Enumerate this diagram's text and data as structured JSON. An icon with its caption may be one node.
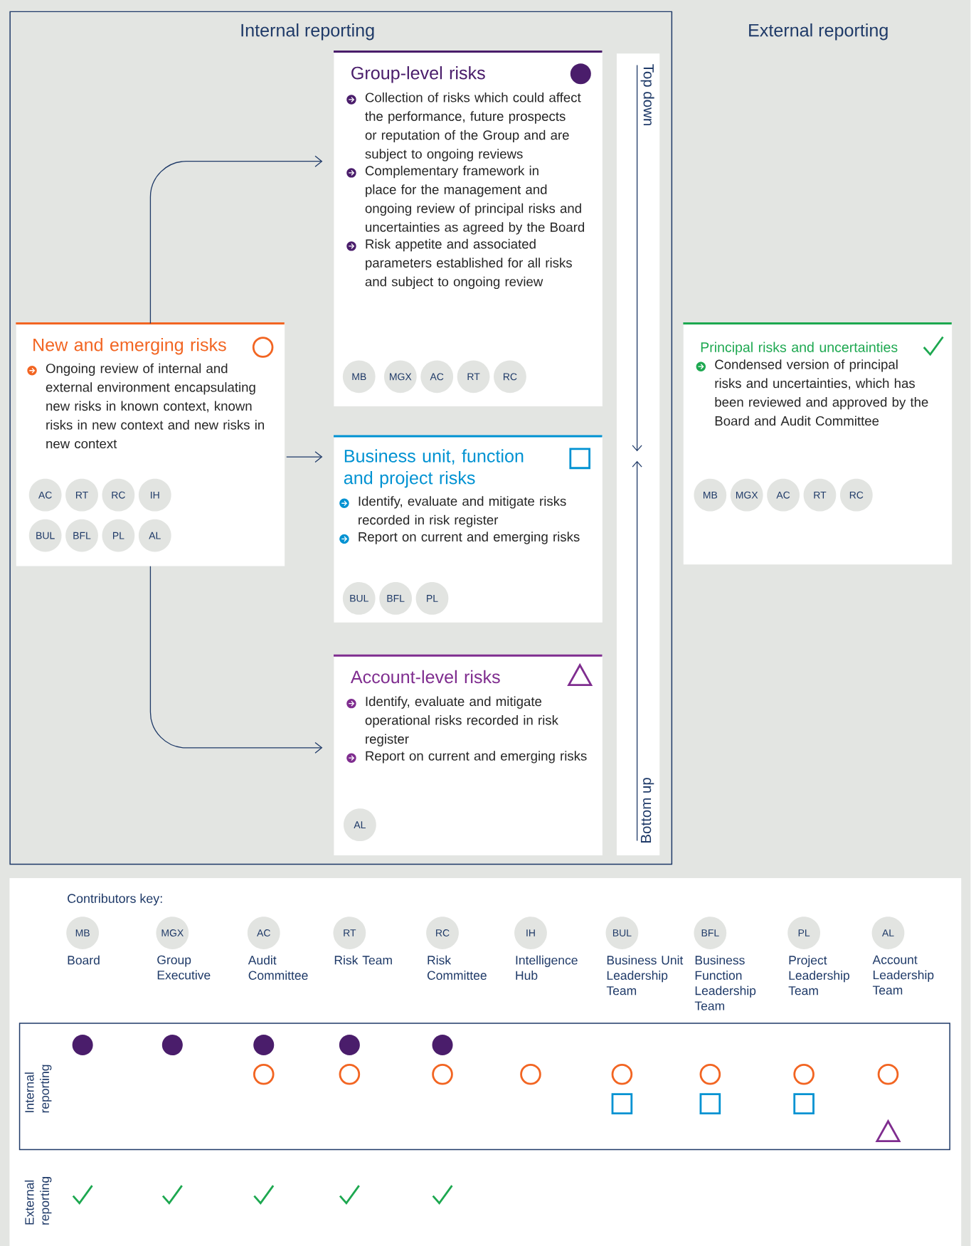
{
  "diagram": {
    "nodes": [
      {
        "text": [
          "Internal reporting"
        ]
      },
      {
        "text": [
          "Group-level risks",
          "Collection of risks which could affect the performance, future prospects or reputation of the Group and are subject to ongoing reviews",
          "Complementary framework in place for the management and ongoing review of principal risks and uncertainties as agreed by the Board",
          "Risk appetite and associated parameters established for all risks and subject to ongoing review"
        ],
        "in": 0
      },
      {
        "text": [
          "MB"
        ],
        "in": 1
      },
      {
        "text": [
          "MGX"
        ],
        "in": 1
      },
      {
        "text": [
          "AC"
        ],
        "in": 1
      },
      {
        "text": [
          "RT"
        ],
        "in": 1
      },
      {
        "text": [
          "RC"
        ],
        "in": 1
      },
      {
        "text": [
          "Business unit, function and project risks",
          "Identify, evaluate and mitigate risks recorded in risk register",
          "Report on current and emerging risks"
        ],
        "in": 0
      },
      {
        "text": [
          "BUL"
        ],
        "in": 7
      },
      {
        "text": [
          "BFL"
        ],
        "in": 7
      },
      {
        "text": [
          "PL"
        ],
        "in": 7
      },
      {
        "text": [
          "Account-level risks",
          "Identify, evaluate and mitigate operational risks recorded in risk register",
          "Report on current and emerging risks"
        ],
        "in": 0
      },
      {
        "text": [
          "AL"
        ],
        "in": 11
      },
      {
        "text": [
          "New and emerging risks",
          "Ongoing review of internal and external environment encapsulating new risks in known context, known risks in new context and new risks in new context"
        ],
        "in": 0
      },
      {
        "text": [
          "AC"
        ],
        "in": 13
      },
      {
        "text": [
          "RT"
        ],
        "in": 13
      },
      {
        "text": [
          "RC"
        ],
        "in": 13
      },
      {
        "text": [
          "IH"
        ],
        "in": 13
      },
      {
        "text": [
          "BUL"
        ],
        "in": 13
      },
      {
        "text": [
          "BFL"
        ],
        "in": 13
      },
      {
        "text": [
          "PL"
        ],
        "in": 13
      },
      {
        "text": [
          "AL"
        ],
        "in": 13
      },
      {
        "text": [
          "Top down",
          "Bottom up"
        ],
        "in": 0
      },
      {
        "text": [
          "Principal risks and uncertainties",
          "Condensed version of principal risks and uncertainties, which has been reviewed and approved by the Board and Audit Committee"
        ]
      },
      {
        "text": [
          "MB"
        ],
        "in": 23
      },
      {
        "text": [
          "MGX"
        ],
        "in": 23
      },
      {
        "text": [
          "AC"
        ],
        "in": 23
      },
      {
        "text": [
          "RT"
        ],
        "in": 23
      },
      {
        "text": [
          "RC"
        ],
        "in": 23
      },
      {
        "text": [
          "MB"
        ],
        "beside": [
          "Board"
        ]
      },
      {
        "text": [
          "MGX"
        ],
        "beside": [
          "Group Executive"
        ]
      },
      {
        "text": [
          "AC"
        ],
        "beside": [
          "Audit Committee"
        ]
      },
      {
        "text": [
          "RT"
        ],
        "beside": [
          "Risk Team"
        ]
      },
      {
        "text": [
          "RC"
        ],
        "beside": [
          "Risk Committee"
        ]
      },
      {
        "text": [
          "IH"
        ],
        "beside": [
          "Intelligence Hub"
        ]
      },
      {
        "text": [
          "BUL"
        ],
        "beside": [
          "Business Unit Leadership Team"
        ]
      },
      {
        "text": [
          "BFL"
        ],
        "beside": [
          "Business Function Leadership Team"
        ]
      },
      {
        "text": [
          "PL"
        ],
        "beside": [
          "Project Leadership Team"
        ]
      },
      {
        "text": [
          "AL"
        ],
        "beside": [
          "Account Leadership Team"
        ]
      },
      {
        "text": [
          "Internal reporting"
        ]
      },
      {
        "text": [],
        "shape": "dot",
        "in": 39
      },
      {
        "text": [],
        "shape": "dot",
        "in": 39
      },
      {
        "text": [],
        "shape": "dot",
        "in": 39
      },
      {
        "text": [],
        "shape": "dot",
        "in": 39
      },
      {
        "text": [],
        "shape": "dot",
        "in": 39
      },
      {
        "text": [],
        "shape": "circle",
        "in": 39
      },
      {
        "text": [],
        "shape": "circle",
        "in": 39
      },
      {
        "text": [],
        "shape": "circle",
        "in": 39
      },
      {
        "text": [],
        "shape": "circle",
        "in": 39
      },
      {
        "text": [],
        "shape": "circle",
        "in": 39
      },
      {
        "text": [],
        "shape": "circle",
        "in": 39
      },
      {
        "text": [],
        "shape": "circle",
        "in": 39
      },
      {
        "text": [],
        "shape": "circle",
        "in": 39
      },
      {
        "text": [],
        "shape": "square",
        "in": 39
      },
      {
        "text": [],
        "shape": "square",
        "in": 39
      },
      {
        "text": [],
        "shape": "square",
        "in": 39
      },
      {
        "text": [],
        "shape": "triangle",
        "in": 39
      },
      {
        "text": [],
        "shape": "check"
      },
      {
        "text": [],
        "shape": "check"
      },
      {
        "text": [],
        "shape": "check"
      },
      {
        "text": [],
        "shape": "check"
      },
      {
        "text": [],
        "shape": "check"
      }
    ],
    "edges": [
      {
        "from": 13,
        "to": 1,
        "arrow": "to"
      },
      {
        "from": 13,
        "to": 7,
        "arrow": "to"
      },
      {
        "from": 13,
        "to": 11,
        "arrow": "to"
      }
    ],
    "labels": [
      "External reporting",
      "Contributors key:",
      "External reporting"
    ]
  }
}
